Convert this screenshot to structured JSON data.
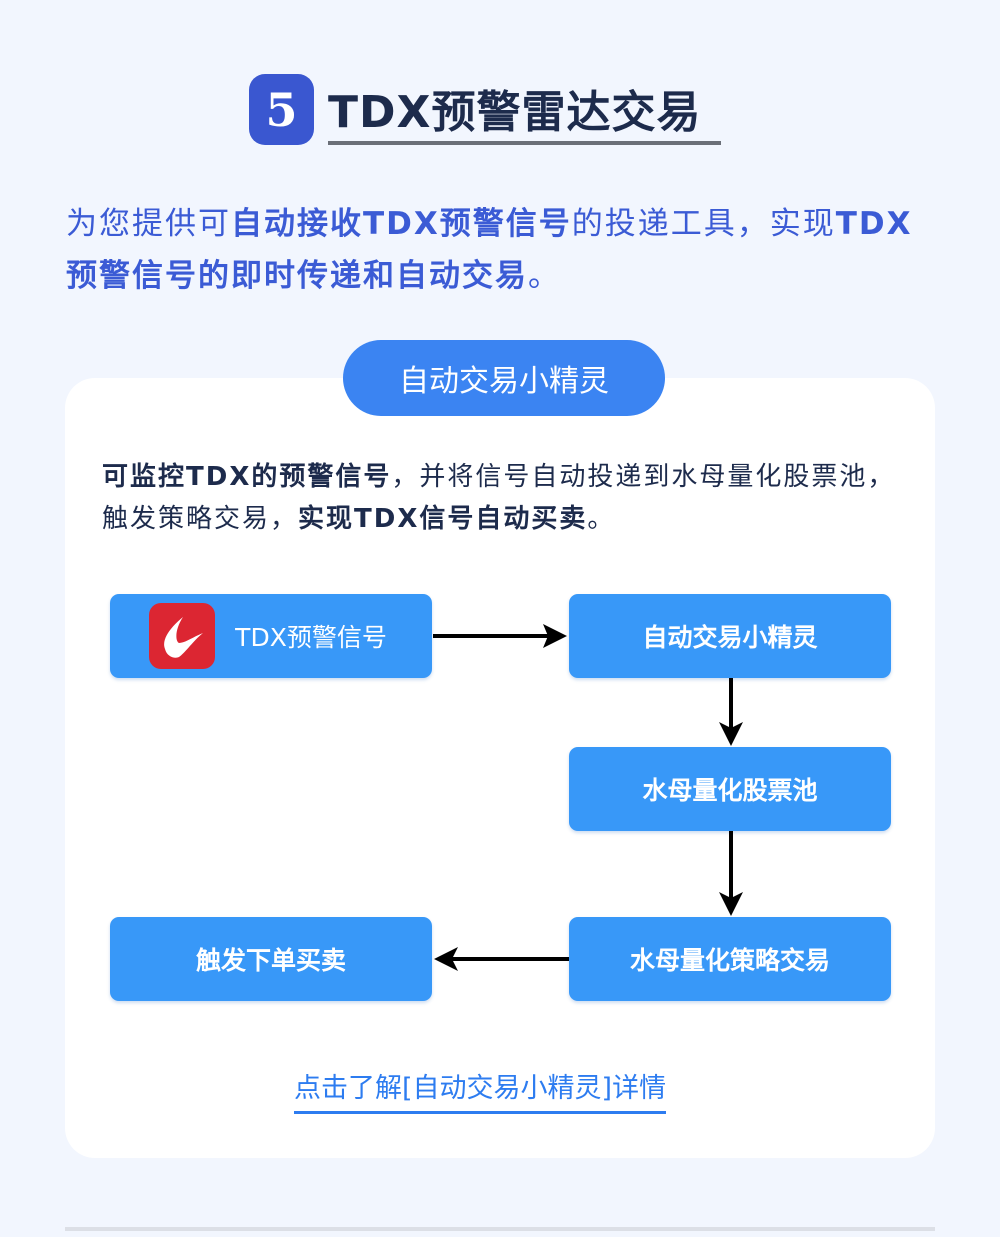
{
  "header": {
    "number": "5",
    "title": "TDX预警雷达交易"
  },
  "intro": {
    "segments": [
      {
        "text": "为您提供可",
        "bold": false
      },
      {
        "text": "自动接收TDX预警信号",
        "bold": true
      },
      {
        "text": "的投递工具，实现",
        "bold": false
      },
      {
        "text": "TDX预警信号的即时传递和自动交易",
        "bold": true
      },
      {
        "text": "。",
        "bold": false
      }
    ]
  },
  "card": {
    "pill_label": "自动交易小精灵",
    "description": [
      {
        "text": "可监控TDX的预警信号",
        "bold": true
      },
      {
        "text": "，并将信号自动投递到水母量化股票池，触发策略交易，",
        "bold": false
      },
      {
        "text": "实现TDX信号自动买卖",
        "bold": true
      },
      {
        "text": "。",
        "bold": false
      }
    ],
    "flow": {
      "tdx_signal": "TDX预警信号",
      "robot": "自动交易小精灵",
      "stock_pool": "水母量化股票池",
      "strategy": "水母量化策略交易",
      "order": "触发下单买卖"
    },
    "link": "点击了解[自动交易小精灵]详情"
  },
  "colors": {
    "accent": "#3898f8",
    "badge": "#3a57d0",
    "intro": "#3b5bd5",
    "logo": "#dc2632"
  }
}
